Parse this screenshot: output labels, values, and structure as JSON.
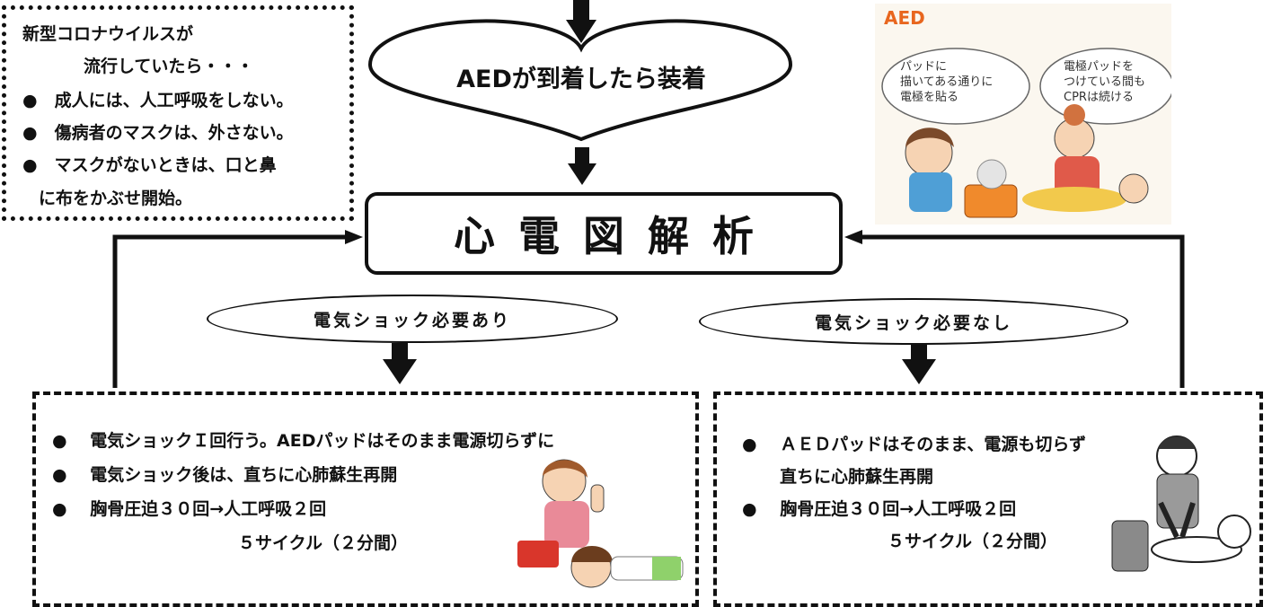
{
  "covid_note": {
    "lines": [
      "新型コロナウイルスが",
      "流行していたら・・・",
      "●　成人には、人工呼吸をしない。",
      "●　傷病者のマスクは、外さない。",
      "●　マスクがないときは、口と鼻",
      "に布をかぶせ開始。"
    ]
  },
  "heart_label": "AEDが到着したら装着",
  "ecg_label": "心電図解析",
  "aed_illustration": {
    "title": "AED",
    "bubble_left": [
      "パッドに",
      "描いてある通りに",
      "電極を貼る"
    ],
    "bubble_right": [
      "電極パッドを",
      "つけている間も",
      "CPRは続ける"
    ]
  },
  "branch_shock": {
    "label": "電気ショック必要あり",
    "lines": [
      "●　 電気ショックＩ回行う。AEDパッドはそのまま電源切らずに",
      "●　 電気ショック後は、直ちに心肺蘇生再開",
      "●　 胸骨圧迫３０回→人工呼吸２回",
      "５サイクル（２分間）"
    ]
  },
  "branch_noshock": {
    "label": "電気ショック必要なし",
    "lines": [
      "●　 ＡＥＤパッドはそのまま、電源も切らず",
      "直ちに心肺蘇生再開",
      "●　 胸骨圧迫３０回→人工呼吸２回",
      "５サイクル（２分間）"
    ]
  },
  "colors": {
    "ink": "#111111",
    "aed_orange": "#f08a2c",
    "aed_title": "#e8661e",
    "pad_red": "#d9362b"
  }
}
